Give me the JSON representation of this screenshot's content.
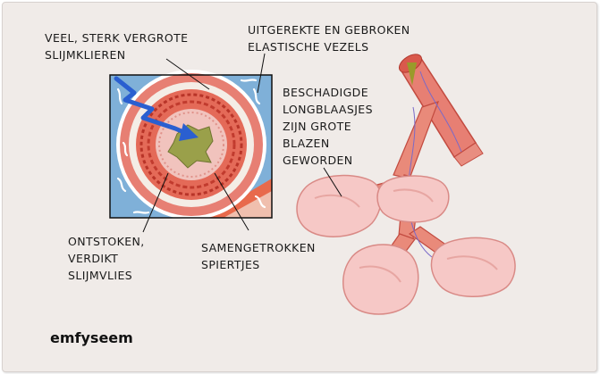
{
  "title": "emfyseem",
  "labels": {
    "glands": "VEEL, STERK VERGROTE\nSLIJMKLIEREN",
    "fibers": "UITGEREKTE  EN GEBROKEN\nELASTISCHE VEZELS",
    "alveoli": "BESCHADIGDE\nLONGBLAASJES\nZIJN GROTE\nBLAZEN\nGEWORDEN",
    "mucosa": "ONTSTOKEN,\nVERDIKT\nSLIJMVLIES",
    "muscles": "SAMENGETROKKEN\nSPIERTJES"
  },
  "colors": {
    "background": "#f0ebe8",
    "inset_background": "#7fb0d8",
    "tissue": "#e98a7a",
    "muscle": "#d34a3a",
    "alveolus_fill": "#f6c8c6",
    "arrow": "#2a5fd0"
  }
}
